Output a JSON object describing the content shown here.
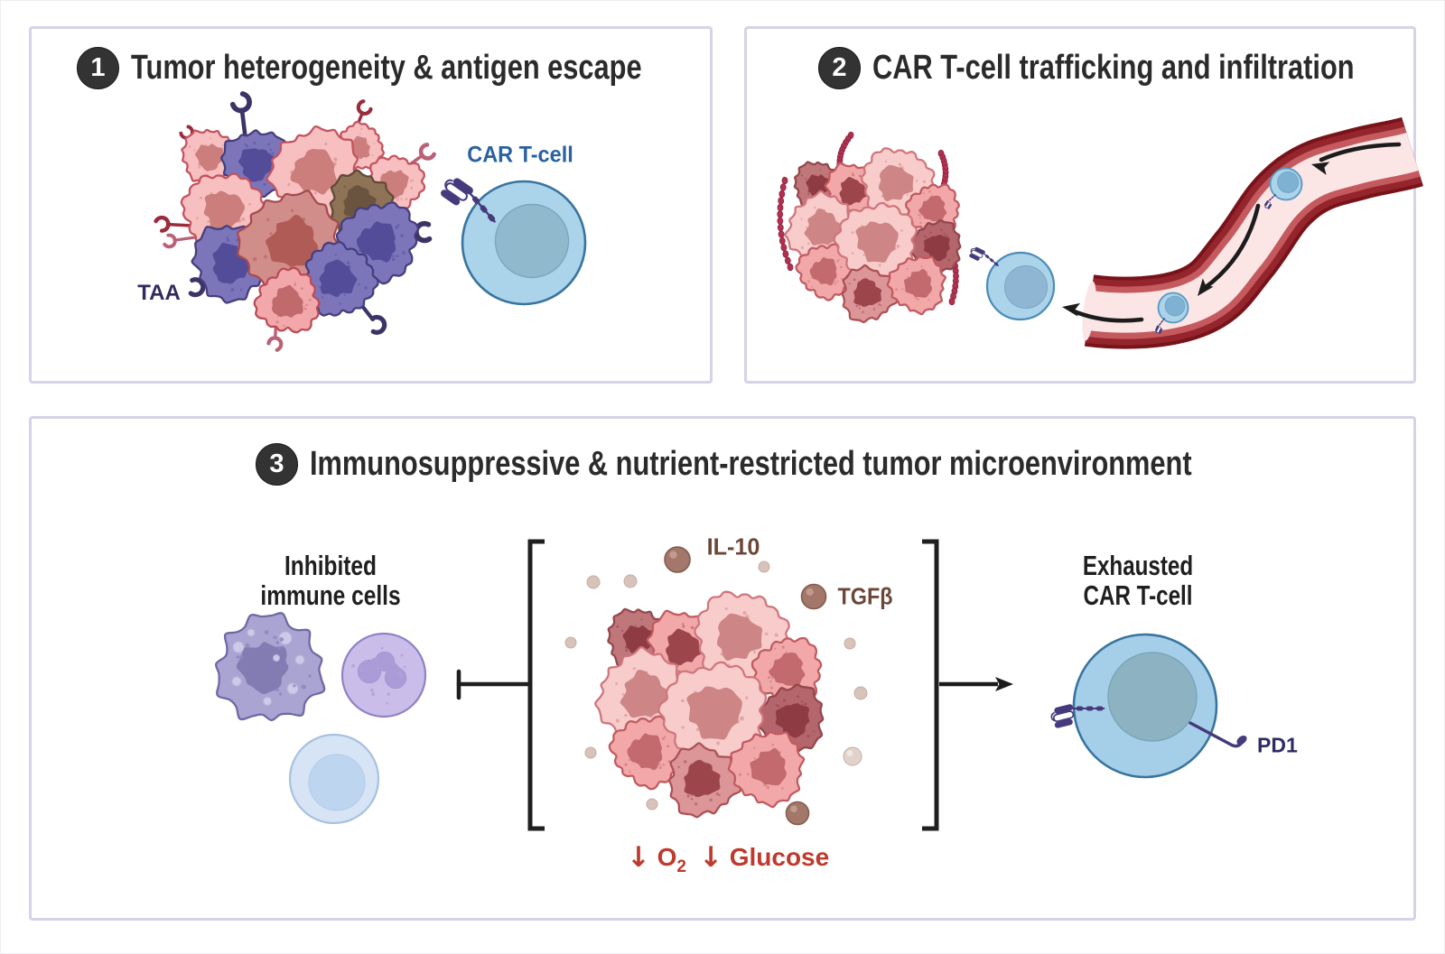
{
  "figure": {
    "type": "scientific-diagram",
    "topic": "Challenges of CAR T-cell therapy in solid tumors",
    "background": "#ffffff",
    "panel_border_color": "#d6d2e7"
  },
  "panels": [
    {
      "number": "1",
      "title": "Tumor heterogeneity & antigen escape"
    },
    {
      "number": "2",
      "title": "CAR T-cell trafficking and infiltration"
    },
    {
      "number": "3",
      "title": "Immunosuppressive & nutrient-restricted tumor microenvironment"
    }
  ],
  "labels": {
    "taa": "TAA",
    "car_t_cell": "CAR T-cell",
    "inhibited_line1": "Inhibited",
    "inhibited_line2": "immune cells",
    "il10": "IL-10",
    "tgfb": "TGFβ",
    "down_arrow": "↓",
    "o2_base": "O",
    "o2_sub": "2",
    "glucose": "Glucose",
    "exhausted_line1": "Exhausted",
    "exhausted_line2": "CAR T-cell",
    "pd1": "PD1"
  },
  "colors": {
    "title_text": "#2b2b2b",
    "badge_fill": "#333333",
    "car_t_label": "#2a61a0",
    "taa_label": "#322a5e",
    "cytokine_label": "#6b4738",
    "nutrient_label": "#bf392c",
    "pd1_label": "#2f2a63",
    "tumor_pink": "#f7bfc0",
    "tumor_purple": "#7d75ba",
    "t_cell_blue": "#abd3e9",
    "vessel_wall": "#771319"
  },
  "icons": {
    "tumor_cluster_heterogeneous": "cluster of pink, purple and brown tumor cells with TAA receptors",
    "car_t_cell": "blue T lymphocyte with chimeric antigen receptor",
    "blood_vessel": "S-shaped blood vessel with circulating CAR T-cells",
    "antigen_chain": "beaded chemokine chains",
    "macrophage": "inhibited macrophage",
    "neutrophil": "inhibited neutrophil",
    "lymphocyte": "inhibited lymphocyte",
    "cytokine_dots": "IL-10 and TGFβ molecules",
    "pd1_receptor": "PD1 inhibitory receptor"
  }
}
